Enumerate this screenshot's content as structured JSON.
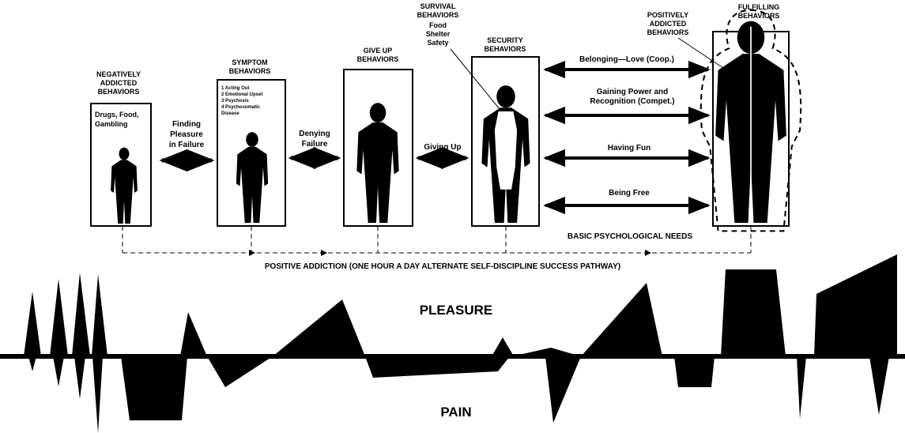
{
  "stages": [
    {
      "heading": [
        "NEGATIVELY",
        "ADDICTED",
        "BEHAVIORS"
      ],
      "subtitle": [
        "Drugs, Food,",
        "Gambling"
      ]
    },
    {
      "heading": [
        "SYMPTOM",
        "BEHAVIORS"
      ],
      "list": [
        "1  Acting Out",
        "2  Emotional Upset",
        "3  Psychosis",
        "4  Psychosomatic",
        "    Disease"
      ]
    },
    {
      "heading": [
        "GIVE UP",
        "BEHAVIORS"
      ]
    },
    {
      "heading": [
        "SURVIVAL",
        "BEHAVIORS"
      ],
      "needs": [
        "Food",
        "Shelter",
        "Safety"
      ]
    },
    {
      "heading": [
        "SECURITY",
        "BEHAVIORS"
      ]
    },
    {
      "heading": [
        "POSITIVELY",
        "ADDICTED",
        "BEHAVIORS"
      ]
    },
    {
      "heading": [
        "FULFILLING",
        "BEHAVIORS"
      ]
    }
  ],
  "transitions": [
    {
      "label": [
        "Finding",
        "Pleasure",
        "in Failure"
      ]
    },
    {
      "label": [
        "Denying",
        "Failure"
      ]
    },
    {
      "label": [
        "Giving Up"
      ]
    }
  ],
  "needs_arrows": [
    {
      "label": [
        "Belonging—Love (Coop.)"
      ]
    },
    {
      "label": [
        "Gaining Power and",
        "Recognition (Compet.)"
      ]
    },
    {
      "label": [
        "Having Fun"
      ]
    },
    {
      "label": [
        "Being Free"
      ]
    }
  ],
  "needs_caption": "BASIC PSYCHOLOGICAL NEEDS",
  "pathway_caption": "POSITIVE ADDICTION (ONE HOUR A DAY ALTERNATE SELF-DISCIPLINE SUCCESS PATHWAY)",
  "pleasure_label": "PLEASURE",
  "pain_label": "PAIN"
}
